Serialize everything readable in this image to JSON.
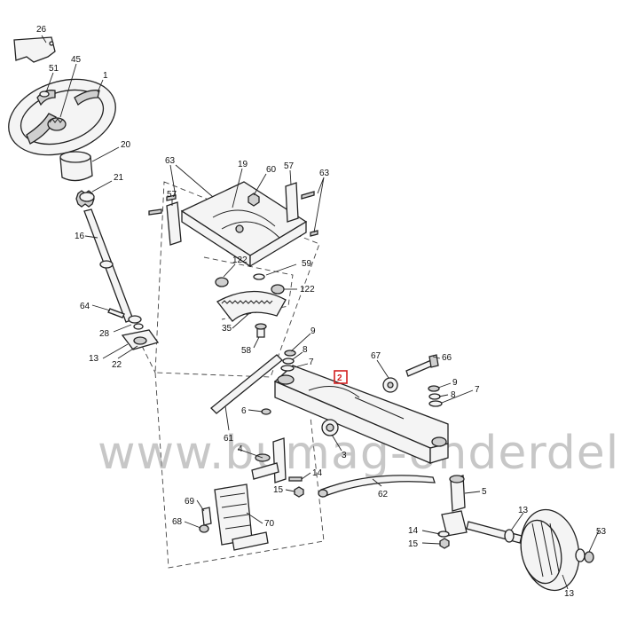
{
  "watermark": "www.bumag-onderdelen.nl",
  "highlight_color": "#d21f1f",
  "labels": {
    "l26": "26",
    "l51": "51",
    "l45": "45",
    "l1": "1",
    "l20": "20",
    "l21": "21",
    "l16": "16",
    "l64": "64",
    "l28": "28",
    "l13a": "13",
    "l22": "22",
    "l63a": "63",
    "l57a": "57",
    "l19": "19",
    "l60": "60",
    "l57b": "57",
    "l63b": "63",
    "l122a": "122",
    "l59": "59",
    "l122b": "122",
    "l35": "35",
    "l58": "58",
    "l9a": "9",
    "l8a": "8",
    "l7a": "7",
    "l2": "2",
    "l67": "67",
    "l66": "66",
    "l9b": "9",
    "l8b": "8",
    "l7b": "7",
    "l6": "6",
    "l61": "61",
    "l4": "4",
    "l3": "3",
    "l14a": "14",
    "l15a": "15",
    "l69": "69",
    "l68": "68",
    "l70": "70",
    "l62": "62",
    "l5": "5",
    "l14b": "14",
    "l15b": "15",
    "l13b": "13",
    "l53": "53",
    "l13c": "13"
  }
}
